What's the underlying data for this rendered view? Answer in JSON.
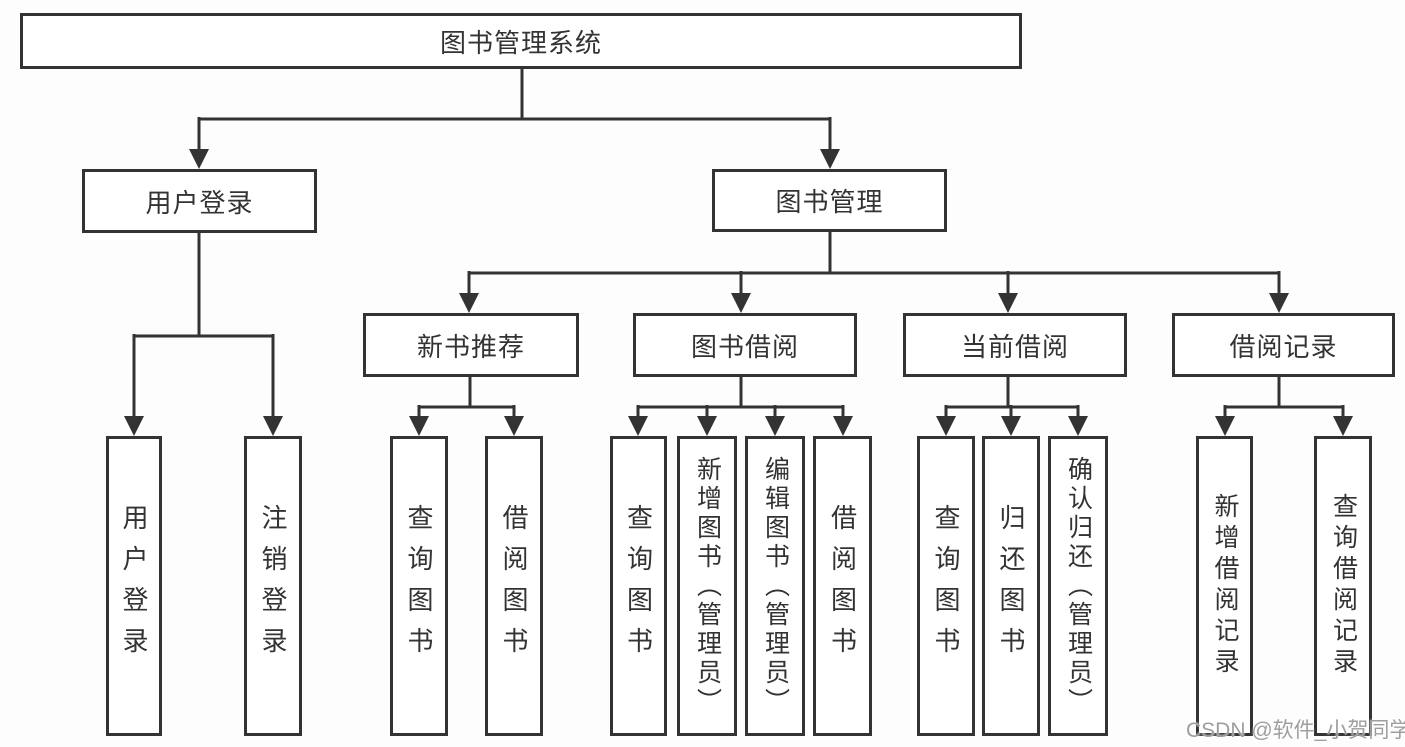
{
  "diagram": {
    "kind": "functional-structure-chart",
    "colors": {
      "line": "#333333",
      "box_border": "#333333",
      "box_fill": "#ffffff",
      "text": "#333333",
      "watermark": "#9e9e9e",
      "background": "#fdfdfd"
    },
    "tree": {
      "label": "图书管理系统",
      "children": [
        {
          "label": "用户登录",
          "children": [
            {
              "label": "用户登录"
            },
            {
              "label": "注销登录"
            }
          ]
        },
        {
          "label": "图书管理",
          "children": [
            {
              "label": "新书推荐",
              "children": [
                {
                  "label": "查询图书"
                },
                {
                  "label": "借阅图书"
                }
              ]
            },
            {
              "label": "图书借阅",
              "children": [
                {
                  "label": "查询图书"
                },
                {
                  "label": "新增图书（管理员）"
                },
                {
                  "label": "编辑图书（管理员）"
                },
                {
                  "label": "借阅图书"
                }
              ]
            },
            {
              "label": "当前借阅",
              "children": [
                {
                  "label": "查询图书"
                },
                {
                  "label": "归还图书"
                },
                {
                  "label": "确认归还（管理员）"
                }
              ]
            },
            {
              "label": "借阅记录",
              "children": [
                {
                  "label": "新增借阅记录"
                },
                {
                  "label": "查询借阅记录"
                }
              ]
            }
          ]
        }
      ]
    },
    "watermark": {
      "text": "CSDN @软件_小贺同学"
    }
  }
}
